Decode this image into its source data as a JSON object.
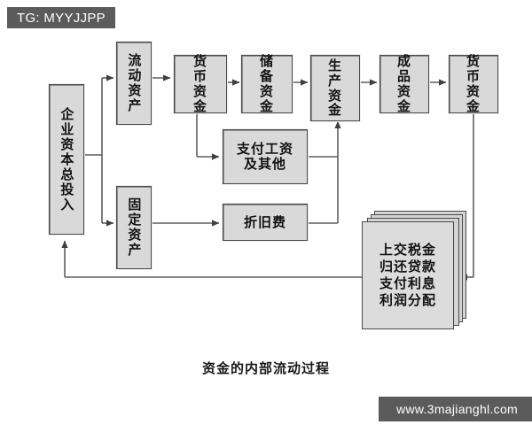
{
  "overlay": {
    "tg_badge": "TG: MYYJJPP",
    "watermark": "www.3majianghl.com"
  },
  "caption": "资金的内部流动过程",
  "diagram": {
    "title": "资金的内部流动过程",
    "nodes": {
      "capital_total": "企业资本总投入",
      "current_assets": "流动资产",
      "fixed_assets": "固定资产",
      "monetary_funds_1": "货币资金",
      "reserve_funds": "储备资金",
      "production_funds": "生产资金",
      "finished_goods_funds": "成品资金",
      "monetary_funds_2": "货币资金",
      "wages_payment_l1": "支付工资",
      "wages_payment_l2": "及其他",
      "depreciation": "折旧费"
    },
    "docstack": {
      "line1": "上交税金",
      "line2": "归还贷款",
      "line3": "支付利息",
      "line4": "利润分配"
    }
  },
  "colors": {
    "node_fill": "#d9d9d9",
    "node_border": "#4a4a4a",
    "wire": "#5e5e5e",
    "badge_bg": "#5b5b5b",
    "page_bg": "#ffffff"
  }
}
